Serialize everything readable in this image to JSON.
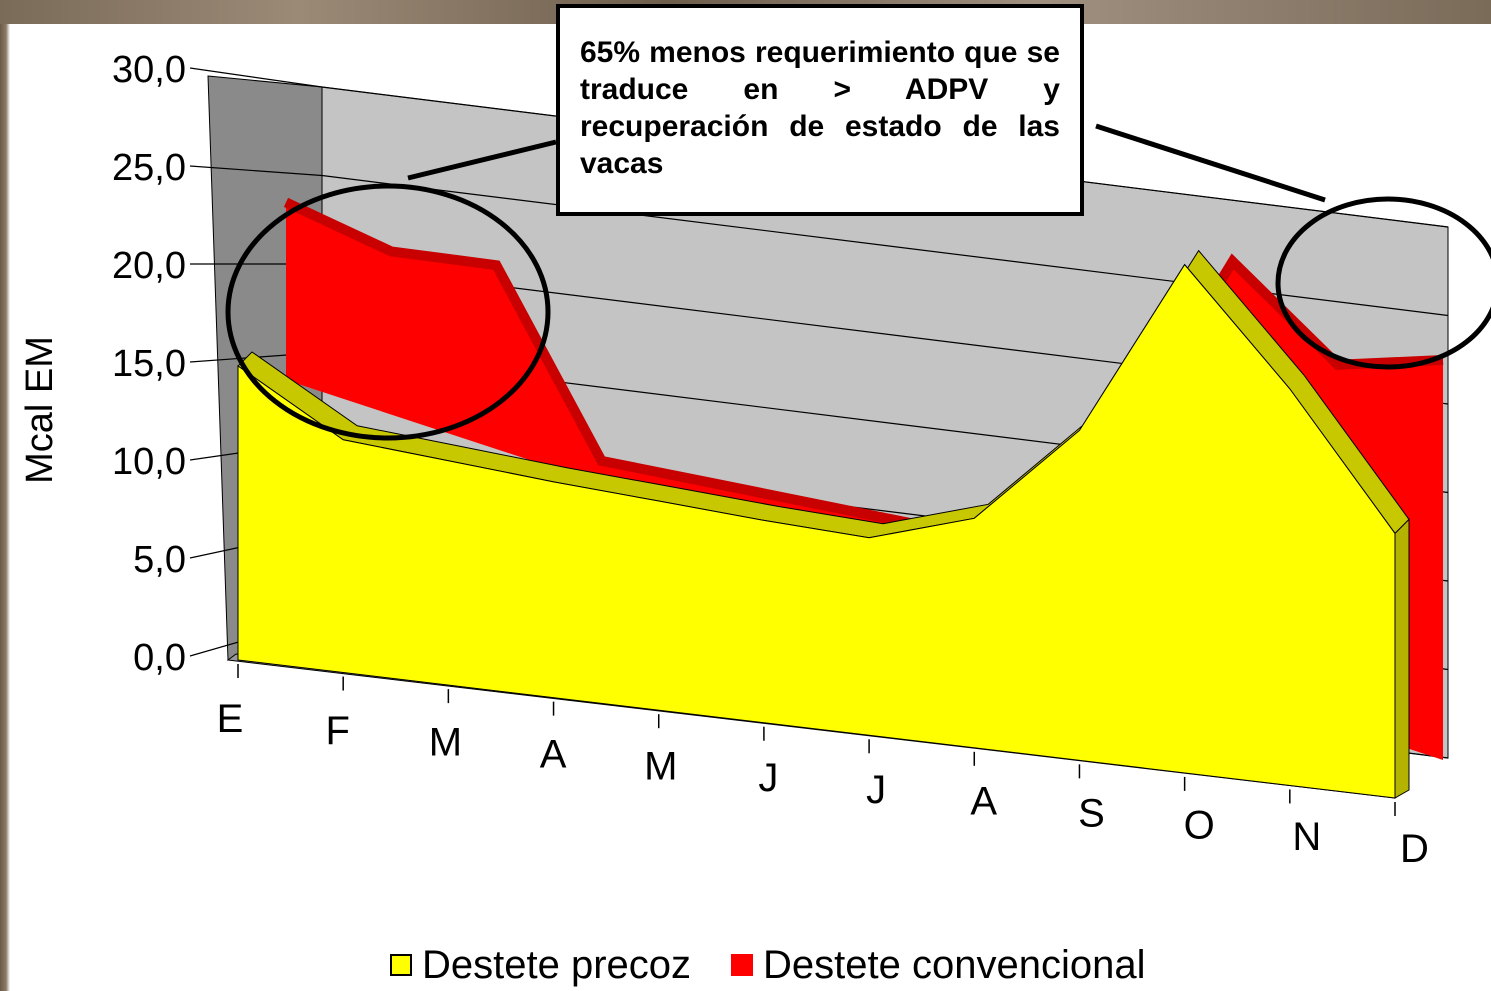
{
  "chart_data": {
    "type": "area",
    "title": "",
    "ylabel": "Mcal EM",
    "xlabel": "",
    "ylim": [
      0,
      30
    ],
    "yticks": [
      "0,0",
      "5,0",
      "10,0",
      "15,0",
      "20,0",
      "25,0",
      "30,0"
    ],
    "categories": [
      "E",
      "F",
      "M",
      "A",
      "M",
      "J",
      "J",
      "A",
      "S",
      "O",
      "N",
      "D"
    ],
    "series": [
      {
        "name": "Destete precoz",
        "color": "#ffff00",
        "values": [
          15.0,
          11.8,
          11.3,
          10.8,
          10.4,
          10.0,
          9.7,
          11.2,
          16.0,
          24.5,
          19.0,
          12.6
        ]
      },
      {
        "name": "Destete convencional",
        "color": "#ff0000",
        "values": [
          23.5,
          21.5,
          21.3,
          12.0,
          11.5,
          11.0,
          10.5,
          11.5,
          16.0,
          24.8,
          20.3,
          21.0
        ]
      }
    ],
    "grid": true,
    "legend_position": "bottom",
    "annotation": "65% menos requerimiento que se traduce en > ADPV y recuperación de estado de las vacas"
  }
}
